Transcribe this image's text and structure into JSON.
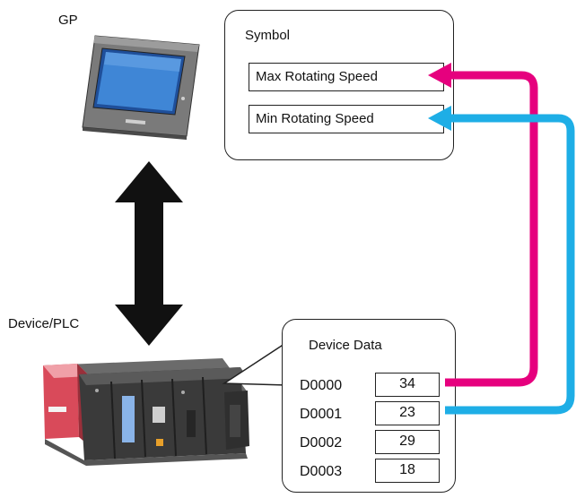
{
  "labels": {
    "gp": "GP",
    "device_plc": "Device/PLC"
  },
  "symbol_panel": {
    "title": "Symbol",
    "items": [
      {
        "label": "Max Rotating Speed"
      },
      {
        "label": "Min Rotating Speed"
      }
    ]
  },
  "device_data": {
    "title": "Device Data",
    "registers": [
      {
        "address": "D0000",
        "value": "34"
      },
      {
        "address": "D0001",
        "value": "23"
      },
      {
        "address": "D0002",
        "value": "29"
      },
      {
        "address": "D0003",
        "value": "18"
      }
    ]
  },
  "colors": {
    "max_link": "#e6007e",
    "min_link": "#1eaee6",
    "plc_red": "#d94a5a",
    "screen_blue": "#3f86d6",
    "bidirectional_arrow": "#111111"
  }
}
